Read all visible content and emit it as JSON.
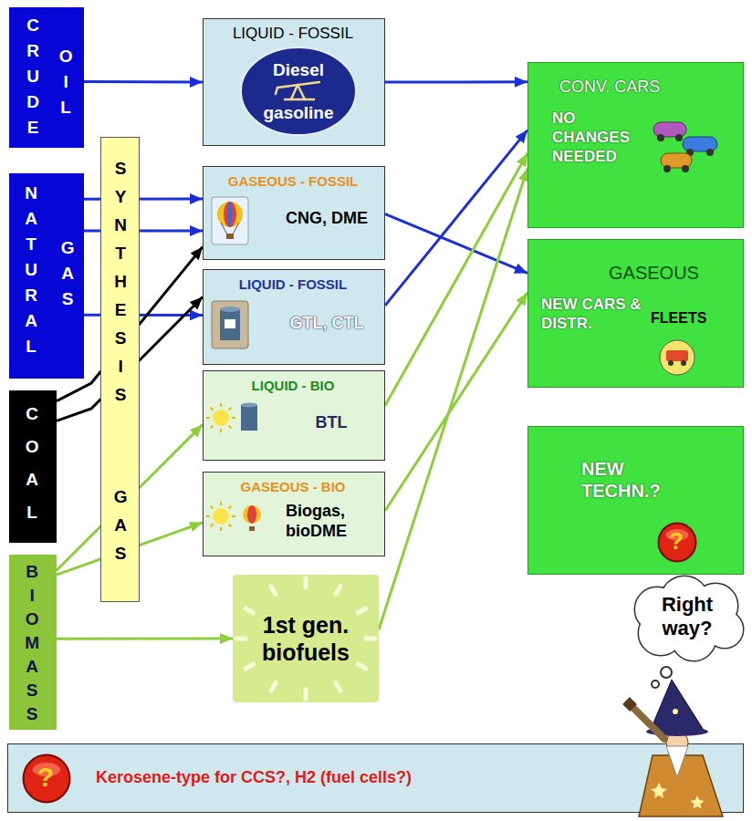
{
  "diagram": {
    "nodes": [
      {
        "text": [
          "CRUDE",
          "OIL"
        ]
      },
      {
        "text": [
          "NATURAL",
          "GAS"
        ]
      },
      {
        "text": [
          "COAL"
        ]
      },
      {
        "text": [
          "BIOMASS"
        ]
      },
      {
        "text": [
          "SYNTHESIS",
          "GAS"
        ]
      },
      {
        "text": [
          "LIQUID - FOSSIL"
        ]
      },
      {
        "text": [
          "Diesel gasoline"
        ],
        "in": 5
      },
      {
        "text": [
          "GASEOUS - FOSSIL",
          "CNG, DME"
        ]
      },
      {
        "text": [
          "LIQUID - FOSSIL",
          "GTL, CTL"
        ]
      },
      {
        "text": [
          "LIQUID - BIO",
          "BTL"
        ]
      },
      {
        "text": [
          "GASEOUS - BIO",
          "Biogas, bioDME"
        ]
      },
      {
        "text": [
          "1st gen. biofuels"
        ]
      },
      {
        "text": [
          "CONV. CARS",
          "NO CHANGES NEEDED"
        ]
      },
      {
        "text": [
          "GASEOUS",
          "NEW CARS & DISTR.",
          "FLEETS"
        ]
      },
      {
        "text": [
          "NEW TECHN.?"
        ]
      },
      {
        "text": [
          "?"
        ],
        "in": 14
      },
      {
        "text": [
          "Right way?"
        ]
      },
      {
        "text": [
          "Kerosene-type for CCS?, H2 (fuel cells?)"
        ]
      },
      {
        "text": [
          "?"
        ],
        "in": 17
      }
    ],
    "edges": [
      {
        "from": 0,
        "to": 5,
        "arrow": "to"
      },
      {
        "from": 5,
        "to": 12,
        "arrow": "to"
      },
      {
        "from": 1,
        "to": 7,
        "arrow": "to"
      },
      {
        "from": 1,
        "to": 7,
        "arrow": "to"
      },
      {
        "from": 1,
        "to": 8,
        "arrow": "to"
      },
      {
        "from": 2,
        "to": 7,
        "arrow": "to"
      },
      {
        "from": 2,
        "to": 8,
        "arrow": "to"
      },
      {
        "from": 3,
        "to": 9,
        "arrow": "to"
      },
      {
        "from": 3,
        "to": 10,
        "arrow": "to"
      },
      {
        "from": 3,
        "to": 11,
        "arrow": "to"
      },
      {
        "from": 7,
        "to": 13,
        "arrow": "to"
      },
      {
        "from": 8,
        "to": 12,
        "arrow": "to"
      },
      {
        "from": 9,
        "to": 12,
        "arrow": "to"
      },
      {
        "from": 10,
        "to": 13,
        "arrow": "to"
      },
      {
        "from": 11,
        "to": 12,
        "arrow": "to"
      }
    ]
  }
}
